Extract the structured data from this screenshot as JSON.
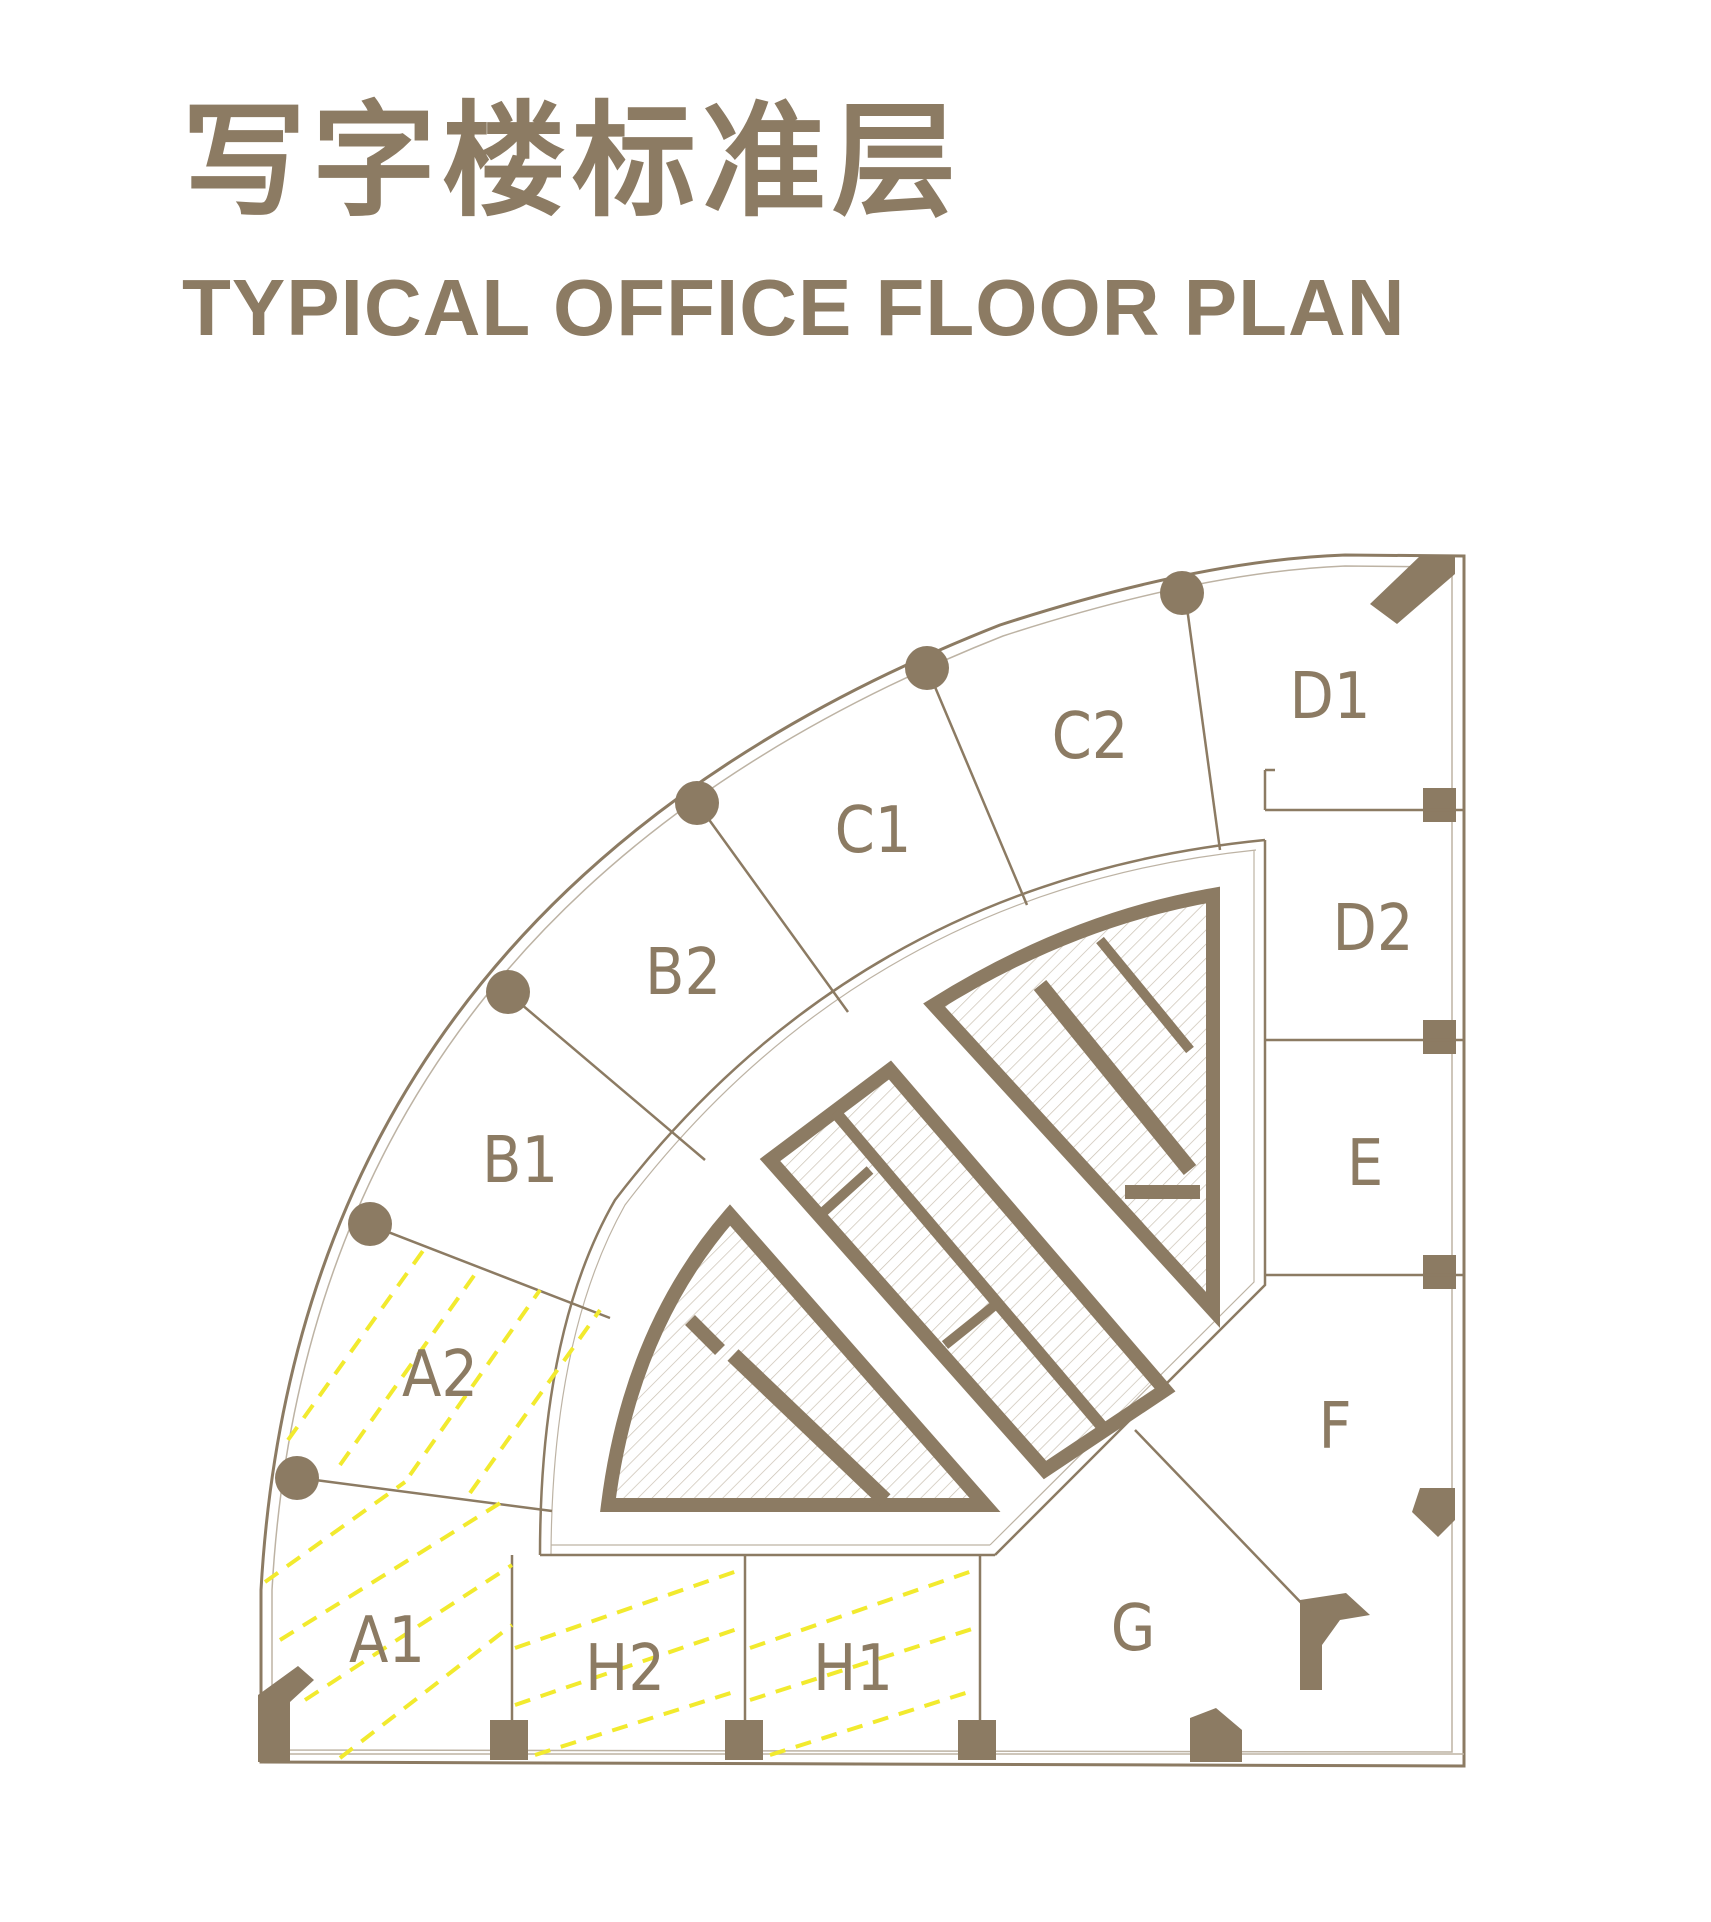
{
  "title_cn": "写字楼标准层",
  "title_en": "TYPICAL OFFICE FLOOR PLAN",
  "colors": {
    "accent": "#8c7b63",
    "highlight": "#f2ea2e",
    "hatch": "#c9c0b2"
  },
  "units": [
    "A1",
    "A2",
    "B1",
    "B2",
    "C1",
    "C2",
    "D1",
    "D2",
    "E",
    "F",
    "G",
    "H1",
    "H2"
  ],
  "highlighted_units": [
    "A1",
    "A2",
    "H1",
    "H2"
  ]
}
